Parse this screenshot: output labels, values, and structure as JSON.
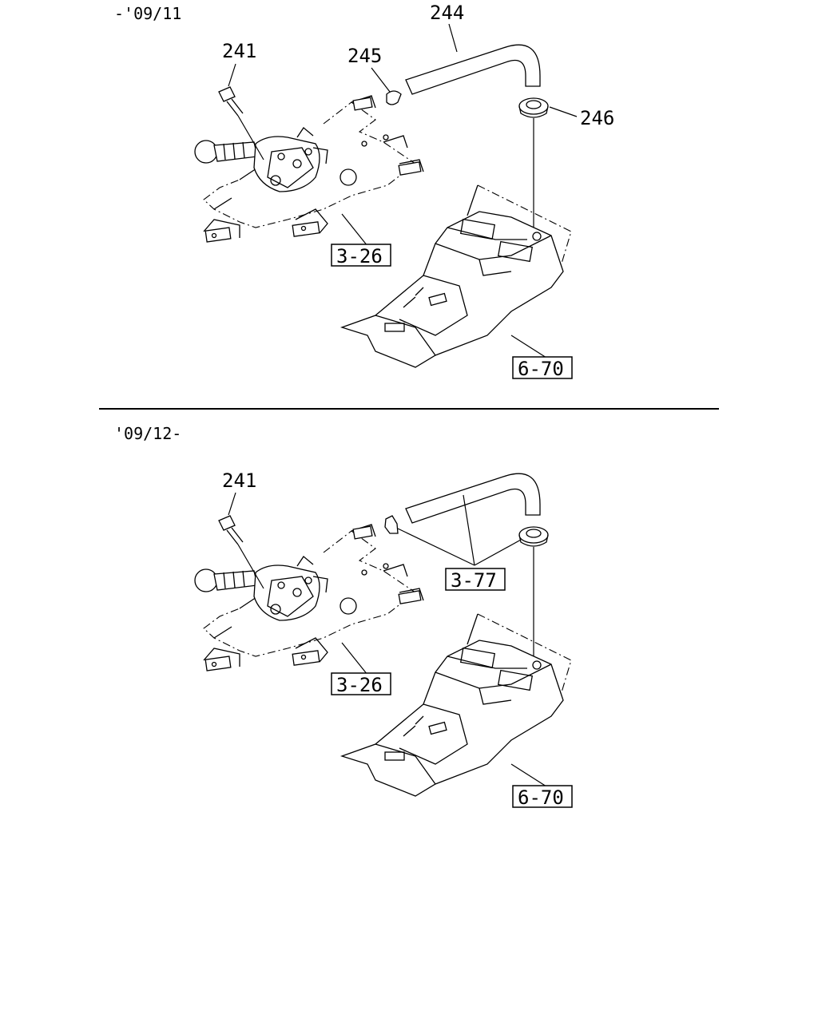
{
  "sections": [
    {
      "period": "-'09/11",
      "callouts": [
        "241",
        "244",
        "245",
        "246"
      ],
      "refs": [
        "3-26",
        "6-70"
      ]
    },
    {
      "period": "'09/12-",
      "callouts": [
        "241"
      ],
      "refs": [
        "3-77",
        "3-26",
        "6-70"
      ]
    }
  ]
}
